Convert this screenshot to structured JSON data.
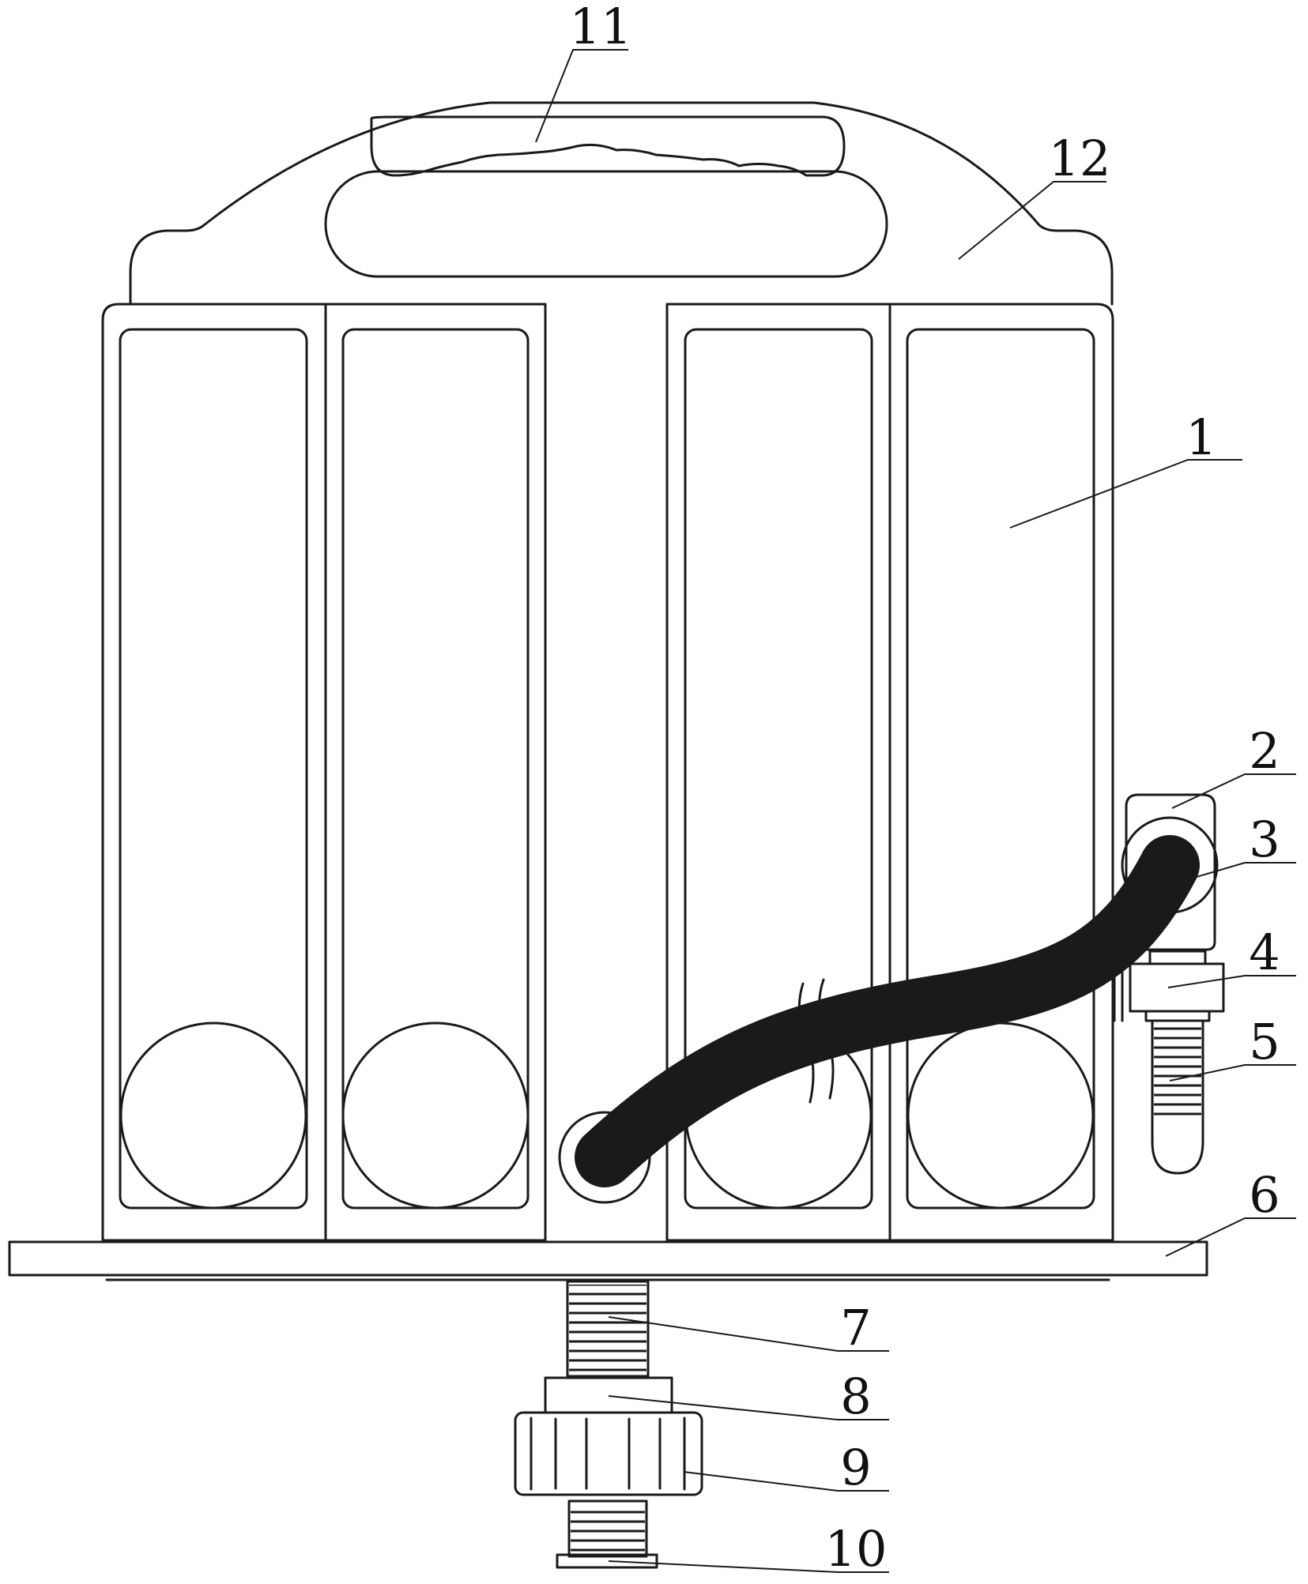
{
  "colors": {
    "line": "#1a1a1a",
    "background": "#ffffff"
  },
  "callouts": [
    {
      "id": "c11",
      "text": "11"
    },
    {
      "id": "c12",
      "text": "12"
    },
    {
      "id": "c1",
      "text": "1"
    },
    {
      "id": "c2",
      "text": "2"
    },
    {
      "id": "c3",
      "text": "3"
    },
    {
      "id": "c4",
      "text": "4"
    },
    {
      "id": "c5",
      "text": "5"
    },
    {
      "id": "c6",
      "text": "6"
    },
    {
      "id": "c7",
      "text": "7"
    },
    {
      "id": "c8",
      "text": "8"
    },
    {
      "id": "c9",
      "text": "9"
    },
    {
      "id": "c10",
      "text": "10"
    }
  ]
}
